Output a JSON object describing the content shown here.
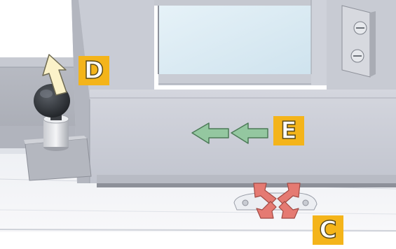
{
  "labels": {
    "d": "D",
    "e": "E",
    "c": "C"
  },
  "icons": {
    "up_arrow": "arrow-up-left-icon",
    "left_arrows": "arrow-left-icon",
    "blocked_squeeze": "x-squeeze-icon"
  },
  "colors": {
    "label_fill": "#f4b41a",
    "arrow_d_fill": "#fbf2c9",
    "arrow_e_fill": "#94c7a0",
    "cross_c_fill": "#e57a72"
  }
}
